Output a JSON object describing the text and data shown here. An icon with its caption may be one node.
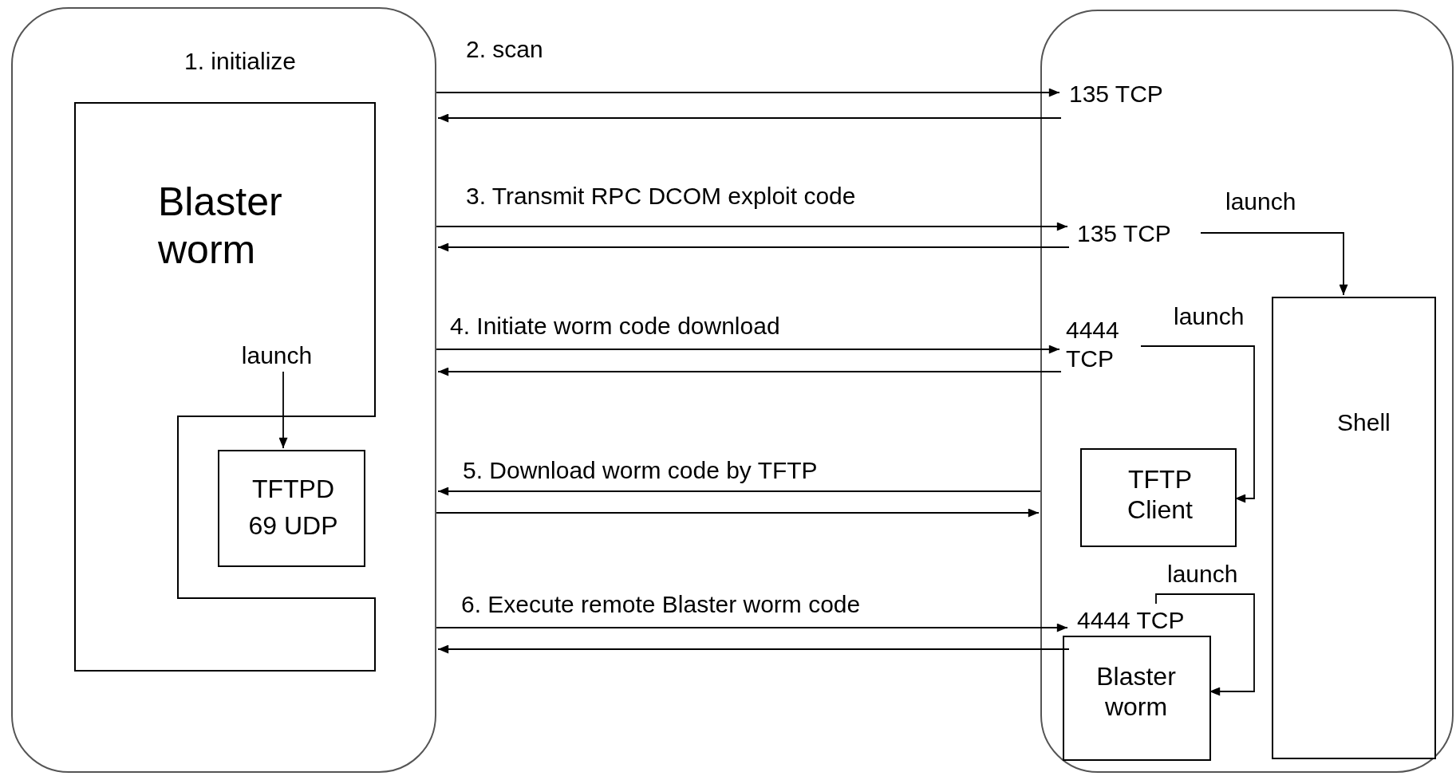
{
  "diagram": {
    "nodes": [
      {
        "text": [
          "1. initialize"
        ]
      },
      {
        "text": [
          "Blaster worm"
        ],
        "in": 0
      },
      {
        "text": [
          "TFTPD 69 UDP"
        ],
        "in": 0
      },
      {
        "text": [],
        "shape": "box"
      },
      {
        "text": [
          "135 TCP"
        ],
        "in": 3
      },
      {
        "text": [
          "135 TCP"
        ],
        "in": 3
      },
      {
        "text": [
          "4444 TCP"
        ],
        "in": 3
      },
      {
        "text": [
          "Shell"
        ],
        "in": 3
      },
      {
        "text": [
          "TFTP Client"
        ],
        "in": 3
      },
      {
        "text": [
          "4444 TCP"
        ],
        "in": 3
      },
      {
        "text": [
          "Blaster worm"
        ],
        "in": 3
      }
    ],
    "edges": [
      {
        "from": 0,
        "to": 4,
        "arrow": "to",
        "label": "2. scan"
      },
      {
        "from": 4,
        "to": 0,
        "arrow": "to"
      },
      {
        "from": 0,
        "to": 5,
        "arrow": "to",
        "label": "3. Transmit RPC DCOM exploit code"
      },
      {
        "from": 5,
        "to": 0,
        "arrow": "to"
      },
      {
        "from": 0,
        "to": 6,
        "arrow": "to",
        "label": "4. Initiate worm code download"
      },
      {
        "from": 6,
        "to": 0,
        "arrow": "to"
      },
      {
        "from": 3,
        "to": 0,
        "arrow": "to",
        "label": "5. Download worm code by TFTP"
      },
      {
        "from": 0,
        "to": 3,
        "arrow": "to"
      },
      {
        "from": 0,
        "to": 9,
        "arrow": "to",
        "label": "6. Execute remote Blaster worm code"
      },
      {
        "from": 9,
        "to": 0,
        "arrow": "to"
      },
      {
        "from": 1,
        "to": 2,
        "arrow": "to",
        "label": "launch"
      },
      {
        "from": 5,
        "to": 7,
        "arrow": "to",
        "label": "launch"
      },
      {
        "from": 6,
        "to": 8,
        "arrow": "to",
        "label": "launch"
      },
      {
        "from": 9,
        "to": 10,
        "arrow": "to",
        "label": "launch"
      }
    ]
  }
}
